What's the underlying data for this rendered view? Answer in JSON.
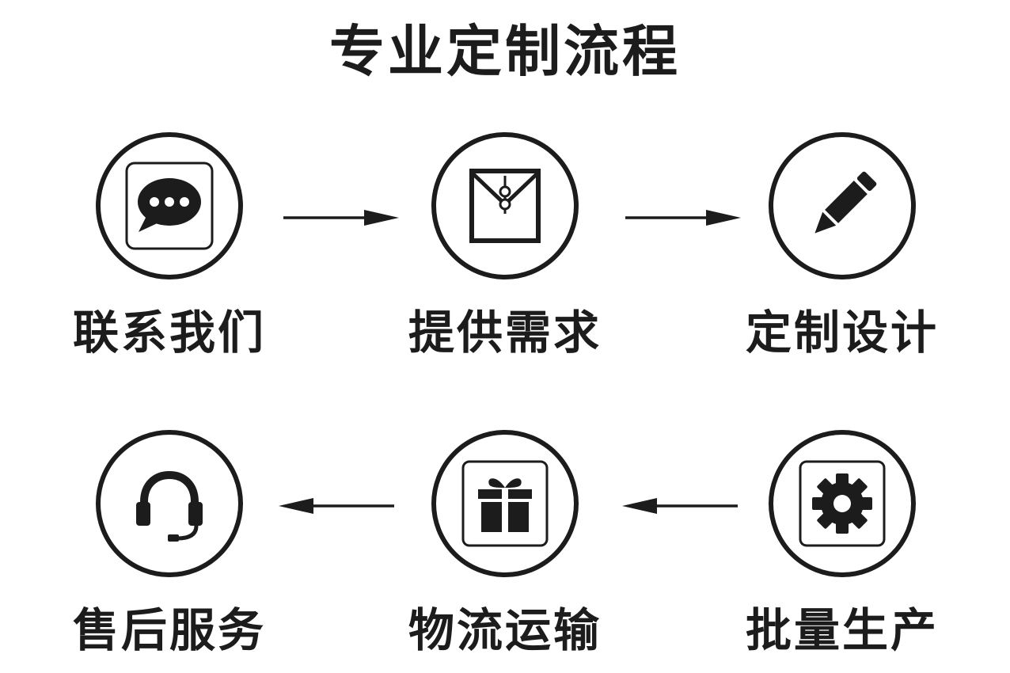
{
  "title": "专业定制流程",
  "steps": [
    {
      "label": "联系我们",
      "icon": "chat-bubble-icon"
    },
    {
      "label": "提供需求",
      "icon": "envelope-folder-icon"
    },
    {
      "label": "定制设计",
      "icon": "pencil-icon"
    },
    {
      "label": "批量生产",
      "icon": "gear-icon"
    },
    {
      "label": "物流运输",
      "icon": "gift-box-icon"
    },
    {
      "label": "售后服务",
      "icon": "headset-icon"
    }
  ],
  "colors": {
    "ink": "#1c1c1c",
    "background": "#ffffff"
  }
}
